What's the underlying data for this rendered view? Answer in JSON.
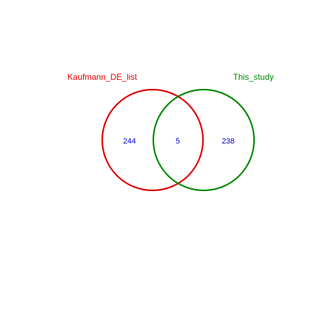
{
  "sets": [
    {
      "name": "Kaufmann_DE_list",
      "color": "#e00000"
    },
    {
      "name": "This_study",
      "color": "#008800"
    }
  ],
  "counts": {
    "left_only": "244",
    "overlap": "5",
    "right_only": "238"
  },
  "count_color": "#0000cc"
}
